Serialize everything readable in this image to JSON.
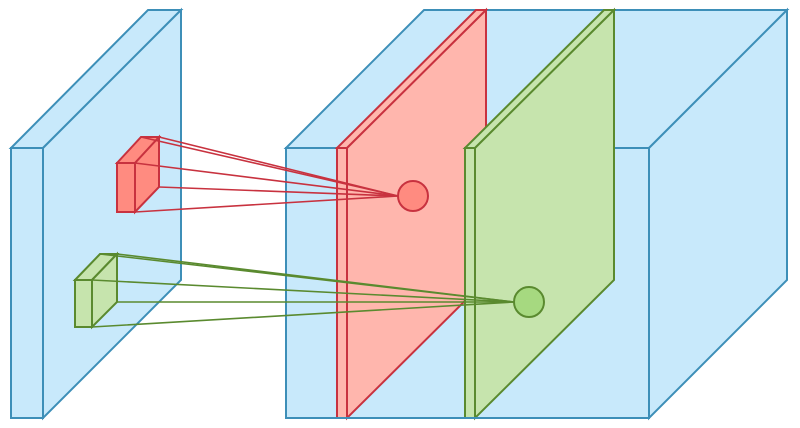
{
  "colors": {
    "background": "#ffffff",
    "volume_fill": "#c8e9fb",
    "volume_stroke": "#3d8fb8",
    "red_fill": "#ffb6ad",
    "red_fill_strong": "#ff8b80",
    "red_stroke": "#c8323f",
    "green_fill": "#c6e4ad",
    "green_fill_strong": "#a6d980",
    "green_stroke": "#5a8a2f"
  },
  "diagram": {
    "input_volume": {
      "name": "input-volume"
    },
    "output_volume": {
      "name": "output-volume"
    },
    "feature_maps": [
      {
        "name": "red-feature-map",
        "color_key": "red"
      },
      {
        "name": "green-feature-map",
        "color_key": "green"
      }
    ],
    "receptive_fields": [
      {
        "name": "red-receptive-field",
        "color_key": "red"
      },
      {
        "name": "green-receptive-field",
        "color_key": "green"
      }
    ],
    "neurons": [
      {
        "name": "red-output-neuron",
        "color_key": "red"
      },
      {
        "name": "green-output-neuron",
        "color_key": "green"
      }
    ]
  }
}
